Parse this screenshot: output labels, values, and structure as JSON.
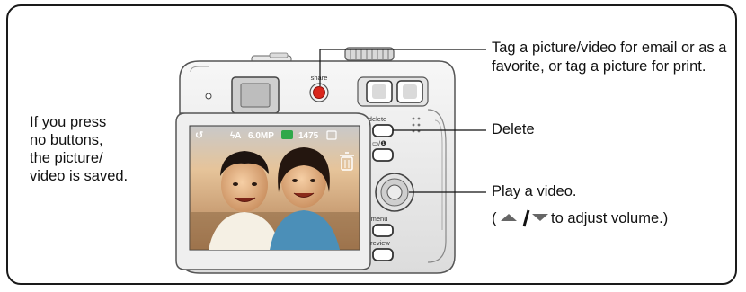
{
  "side_note": {
    "lines": [
      "If you press",
      "no buttons,",
      "the picture/",
      "video is saved."
    ]
  },
  "camera": {
    "share_label": "share",
    "delete_label": "delete",
    "info_label": "▭/❶",
    "menu_label": "menu",
    "review_label": "review",
    "lcd": {
      "status_text": "6.0MP",
      "count_text": "1475"
    }
  },
  "callouts": {
    "share": {
      "line1": "Tag a picture/video for email or as a",
      "line2": "favorite, or tag a picture for print."
    },
    "delete": "Delete",
    "play": "Play a video.",
    "volume_open": "(",
    "volume_text": "to adjust volume.)"
  },
  "colors": {
    "share_button": "#d9261c",
    "camera_body": "#ececec",
    "frame": "#1a1a1a"
  }
}
